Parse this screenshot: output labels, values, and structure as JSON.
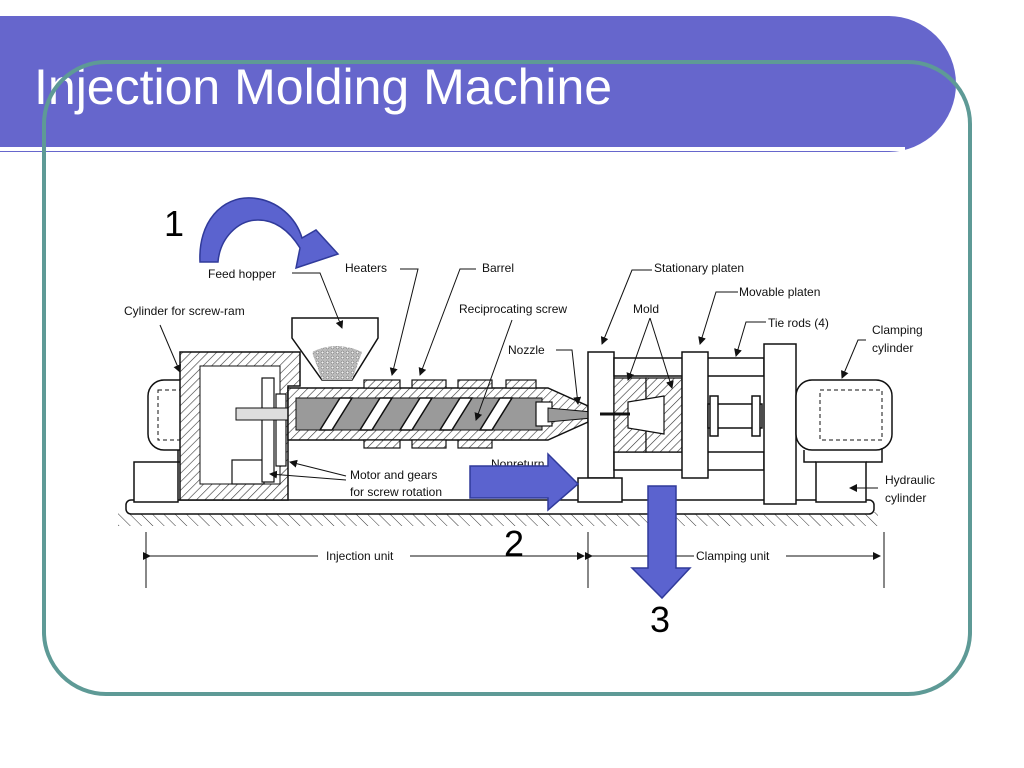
{
  "slide": {
    "title": "Injection Molding Machine",
    "colors": {
      "title_bar": "#6666cc",
      "frame_border": "#5e9a96",
      "arrow_fill": "#5b63cf"
    }
  },
  "diagram": {
    "labels": {
      "feed_hopper": "Feed hopper",
      "heaters": "Heaters",
      "barrel": "Barrel",
      "stationary_platen": "Stationary platen",
      "movable_platen": "Movable platen",
      "cylinder_screw_ram": "Cylinder for screw-ram",
      "reciprocating_screw": "Reciprocating screw",
      "mold": "Mold",
      "tie_rods": "Tie rods (4)",
      "clamping_cylinder_1": "Clamping",
      "clamping_cylinder_2": "cylinder",
      "nozzle": "Nozzle",
      "motor_gears_1": "Motor and gears",
      "motor_gears_2": "for screw rotation",
      "hydraulic_cylinder_1": "Hydraulic",
      "hydraulic_cylinder_2": "cylinder",
      "injection_unit": "Injection unit",
      "clamping_unit": "Clamping unit",
      "hidden_partial": "Nonreturn"
    },
    "steps": {
      "step1": "1",
      "step2": "2",
      "step3": "3"
    }
  }
}
